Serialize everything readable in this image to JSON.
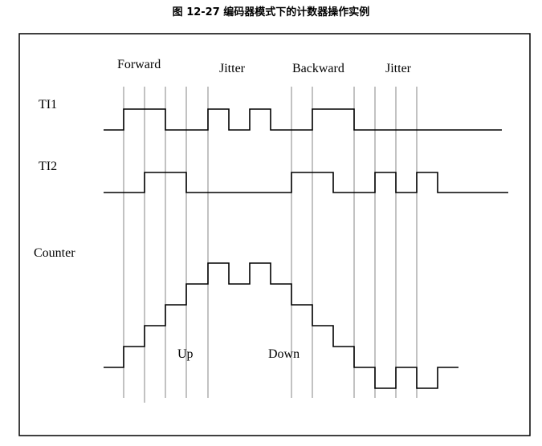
{
  "caption": "图 12-27 编码器模式下的计数器操作实例",
  "signals": {
    "ti1": "TI1",
    "ti2": "TI2",
    "counter": "Counter"
  },
  "phases": {
    "forward": "Forward",
    "jitter1": "Jitter",
    "backward": "Backward",
    "jitter2": "Jitter"
  },
  "counter_notes": {
    "up": "Up",
    "down": "Down"
  },
  "waveforms": {
    "ti1": [
      0,
      1,
      1,
      0,
      0,
      1,
      0,
      1,
      0,
      0,
      1,
      0,
      0,
      0,
      0
    ],
    "ti2": [
      0,
      0,
      1,
      1,
      0,
      0,
      0,
      0,
      0,
      1,
      1,
      0,
      1,
      0,
      1,
      0
    ],
    "counter": [
      0,
      1,
      2,
      3,
      4,
      5,
      4,
      5,
      4,
      3,
      2,
      1,
      0,
      -1,
      0,
      -1,
      0
    ]
  }
}
